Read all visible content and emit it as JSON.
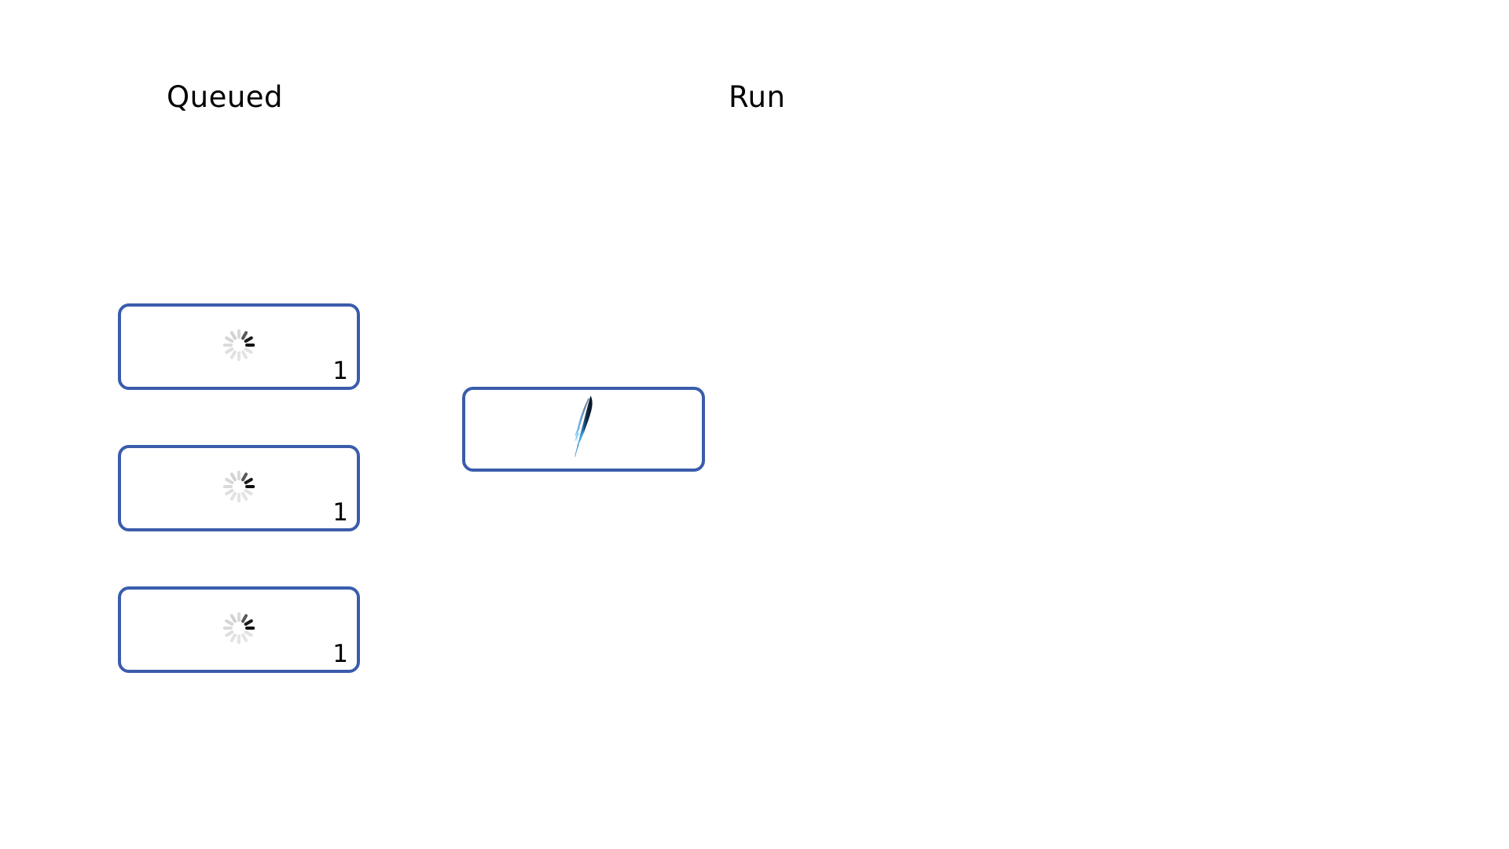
{
  "board": {
    "background_color": "#ffffff",
    "card_border_color": "#3a5cab",
    "columns": [
      {
        "id": "queued",
        "title": "Queued",
        "cards": [
          {
            "icon": "spinner-icon",
            "count": "1"
          },
          {
            "icon": "spinner-icon",
            "count": "1"
          },
          {
            "icon": "spinner-icon",
            "count": "1"
          }
        ]
      },
      {
        "id": "run",
        "title": "Run",
        "cards": [
          {
            "icon": "apache-feather-icon",
            "count": ""
          }
        ]
      }
    ]
  }
}
